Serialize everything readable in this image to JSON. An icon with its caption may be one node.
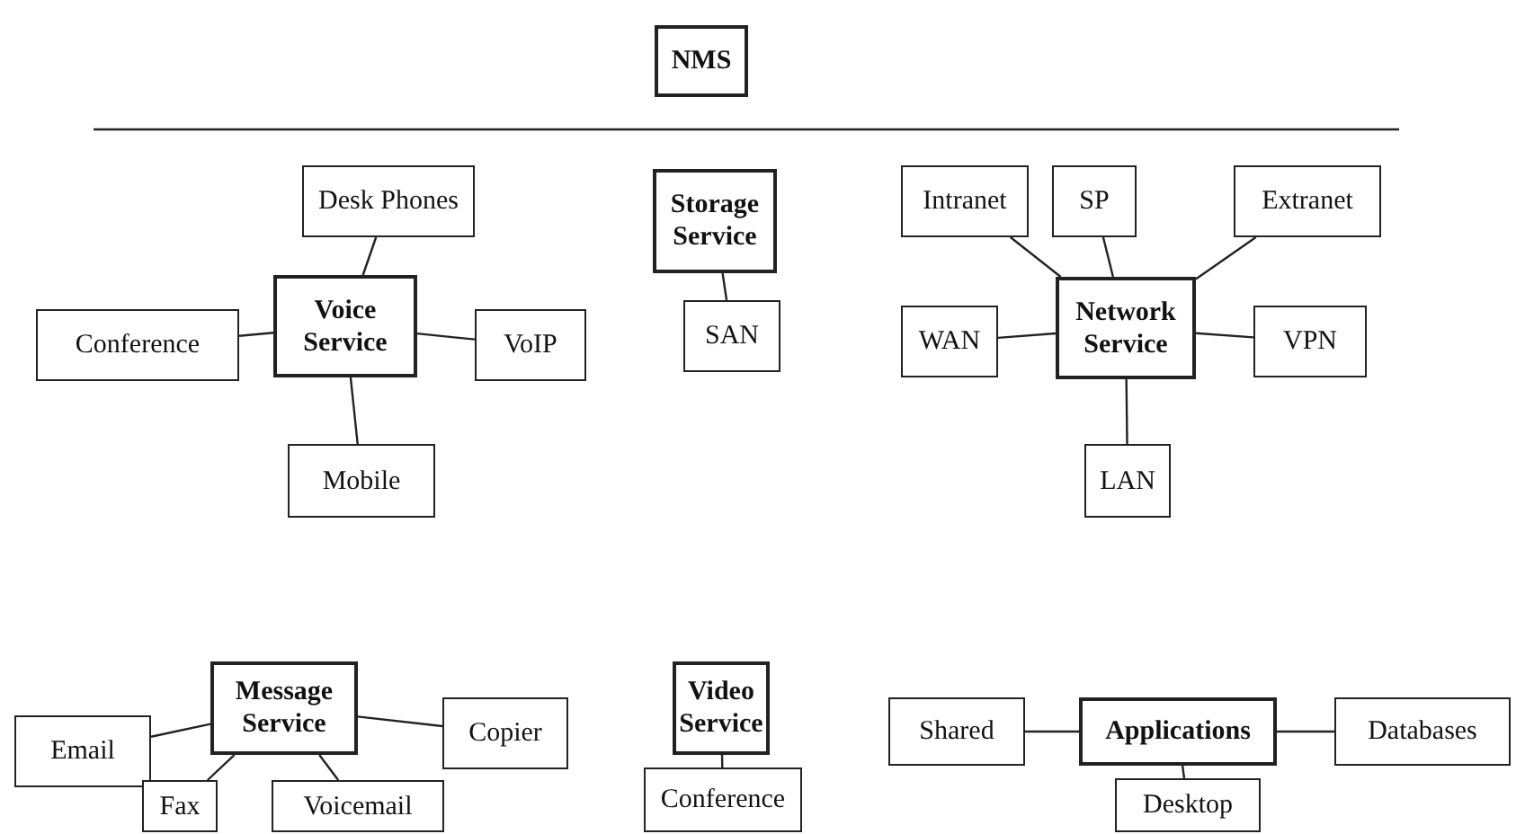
{
  "diagram": {
    "nodes": [
      {
        "text": [
          "NMS"
        ]
      },
      {
        "text": [
          "Desk Phones"
        ]
      },
      {
        "text": [
          "Conference"
        ]
      },
      {
        "text": [
          "Voice Service"
        ]
      },
      {
        "text": [
          "VoIP"
        ]
      },
      {
        "text": [
          "Mobile"
        ]
      },
      {
        "text": [
          "Storage Service"
        ]
      },
      {
        "text": [
          "SAN"
        ]
      },
      {
        "text": [
          "Intranet"
        ]
      },
      {
        "text": [
          "SP"
        ]
      },
      {
        "text": [
          "Extranet"
        ]
      },
      {
        "text": [
          "WAN"
        ]
      },
      {
        "text": [
          "Network Service"
        ]
      },
      {
        "text": [
          "VPN"
        ]
      },
      {
        "text": [
          "LAN"
        ]
      },
      {
        "text": [
          "Email"
        ]
      },
      {
        "text": [
          "Message Service"
        ]
      },
      {
        "text": [
          "Copier"
        ]
      },
      {
        "text": [
          "Fax"
        ]
      },
      {
        "text": [
          "Voicemail"
        ]
      },
      {
        "text": [
          "Video Service"
        ]
      },
      {
        "text": [
          "Conference"
        ]
      },
      {
        "text": [
          "Shared"
        ]
      },
      {
        "text": [
          "Applications"
        ]
      },
      {
        "text": [
          "Databases"
        ]
      },
      {
        "text": [
          "Desktop"
        ]
      }
    ],
    "edges": [
      {
        "from": 3,
        "to": 1,
        "arrow": "none"
      },
      {
        "from": 3,
        "to": 2,
        "arrow": "none"
      },
      {
        "from": 3,
        "to": 4,
        "arrow": "none"
      },
      {
        "from": 3,
        "to": 5,
        "arrow": "none"
      },
      {
        "from": 6,
        "to": 7,
        "arrow": "none"
      },
      {
        "from": 12,
        "to": 8,
        "arrow": "none"
      },
      {
        "from": 12,
        "to": 9,
        "arrow": "none"
      },
      {
        "from": 12,
        "to": 10,
        "arrow": "none"
      },
      {
        "from": 12,
        "to": 11,
        "arrow": "none"
      },
      {
        "from": 12,
        "to": 13,
        "arrow": "none"
      },
      {
        "from": 12,
        "to": 14,
        "arrow": "none"
      },
      {
        "from": 16,
        "to": 15,
        "arrow": "none"
      },
      {
        "from": 16,
        "to": 17,
        "arrow": "none"
      },
      {
        "from": 16,
        "to": 18,
        "arrow": "none"
      },
      {
        "from": 16,
        "to": 19,
        "arrow": "none"
      },
      {
        "from": 20,
        "to": 21,
        "arrow": "none"
      },
      {
        "from": 23,
        "to": 22,
        "arrow": "none"
      },
      {
        "from": 23,
        "to": 24,
        "arrow": "none"
      },
      {
        "from": 23,
        "to": 25,
        "arrow": "none"
      }
    ]
  }
}
